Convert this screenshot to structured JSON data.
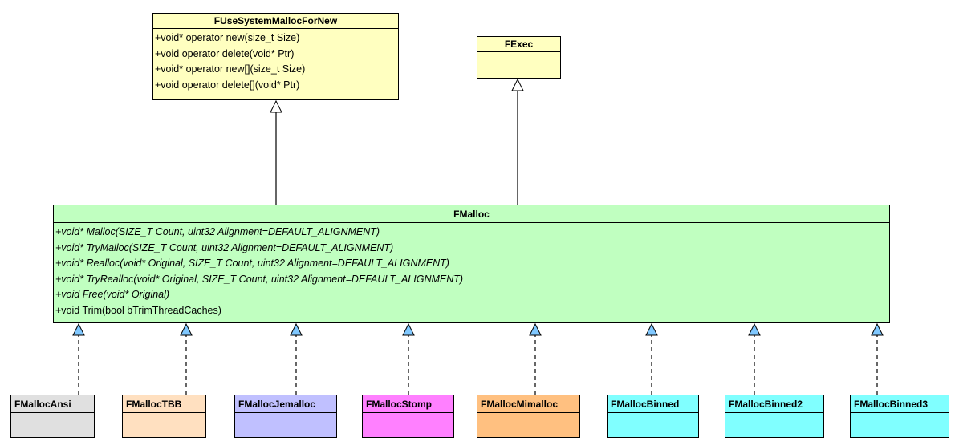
{
  "diagram": {
    "fuse": {
      "name": "FUseSystemMallocForNew",
      "methods": [
        {
          "text": "+void* operator new(size_t Size)",
          "italic": false
        },
        {
          "text": "+void operator delete(void* Ptr)",
          "italic": false
        },
        {
          "text": "+void* operator new[](size_t Size)",
          "italic": false
        },
        {
          "text": "+void operator delete[](void* Ptr)",
          "italic": false
        }
      ],
      "color": "#ffffc0"
    },
    "fexec": {
      "name": "FExec",
      "color": "#ffffc0"
    },
    "fmalloc": {
      "name": "FMalloc",
      "methods": [
        {
          "text": "+void* Malloc(SIZE_T Count, uint32 Alignment=DEFAULT_ALIGNMENT)",
          "italic": true
        },
        {
          "text": "+void* TryMalloc(SIZE_T Count, uint32 Alignment=DEFAULT_ALIGNMENT)",
          "italic": true
        },
        {
          "text": "+void* Realloc(void* Original, SIZE_T Count, uint32 Alignment=DEFAULT_ALIGNMENT)",
          "italic": true
        },
        {
          "text": "+void* TryRealloc(void* Original, SIZE_T Count, uint32 Alignment=DEFAULT_ALIGNMENT)",
          "italic": true
        },
        {
          "text": "+void Free(void* Original)",
          "italic": true
        },
        {
          "text": "+void Trim(bool bTrimThreadCaches)",
          "italic": false
        }
      ],
      "color": "#c0ffc0"
    },
    "subclasses": [
      {
        "name": "FMallocAnsi",
        "color": "#e0e0e0"
      },
      {
        "name": "FMallocTBB",
        "color": "#ffe0c0"
      },
      {
        "name": "FMallocJemalloc",
        "color": "#c0c0ff"
      },
      {
        "name": "FMallocStomp",
        "color": "#ff80ff"
      },
      {
        "name": "FMallocMimalloc",
        "color": "#ffc080"
      },
      {
        "name": "FMallocBinned",
        "color": "#80ffff"
      },
      {
        "name": "FMallocBinned2",
        "color": "#80ffff"
      },
      {
        "name": "FMallocBinned3",
        "color": "#80ffff"
      }
    ],
    "colors": {
      "realization_arrow": "#80c8ff",
      "inheritance_arrow": "#ffffff",
      "line": "#000000"
    }
  }
}
